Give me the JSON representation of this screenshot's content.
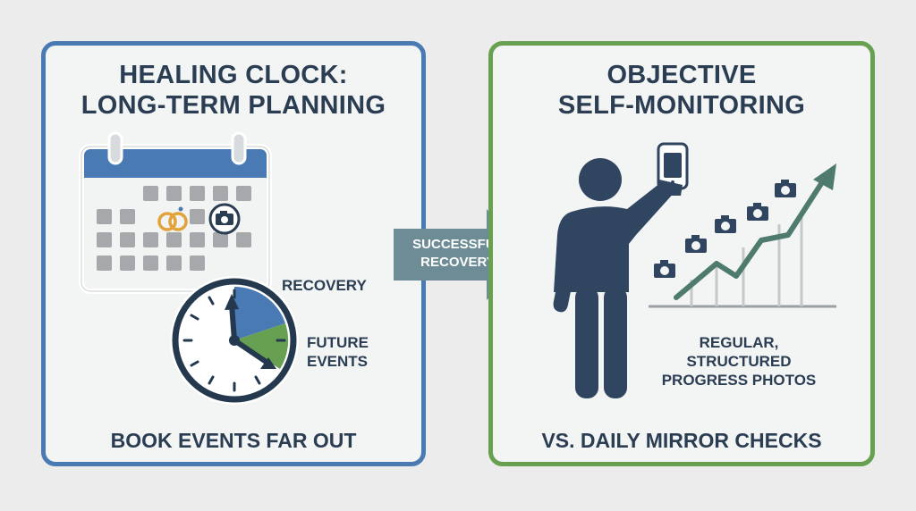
{
  "left_panel": {
    "title_line1": "HEALING CLOCK:",
    "title_line2": "LONG-TERM PLANNING",
    "label_recovery": "RECOVERY",
    "label_future_line1": "FUTURE",
    "label_future_line2": "EVENTS",
    "footer": "BOOK EVENTS FAR OUT"
  },
  "arrow": {
    "line1": "SUCCESSFUL",
    "line2": "RECOVERY"
  },
  "right_panel": {
    "title_line1": "OBJECTIVE",
    "title_line2": "SELF-MONITORING",
    "caption_line1": "REGULAR,",
    "caption_line2": "STRUCTURED",
    "caption_line3": "PROGRESS PHOTOS",
    "footer": "VS. DAILY MIRROR CHECKS"
  },
  "colors": {
    "left_border": "#4a7ab3",
    "right_border": "#66a050",
    "navy": "#2a3d52",
    "figure": "#2f4560",
    "arrow": "#6d8c95"
  },
  "icons": [
    "calendar-icon",
    "wedding-rings-icon",
    "camera-icon",
    "clock-icon",
    "person-icon",
    "smartphone-icon",
    "trend-arrow-icon"
  ]
}
